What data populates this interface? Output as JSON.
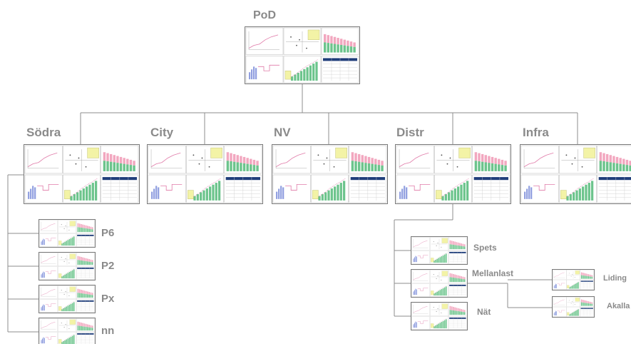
{
  "root": {
    "label": "PoD"
  },
  "level1": [
    {
      "label": "Södra"
    },
    {
      "label": "City"
    },
    {
      "label": "NV"
    },
    {
      "label": "Distr"
    },
    {
      "label": "Infra"
    }
  ],
  "sodra_children": [
    {
      "label": "P6"
    },
    {
      "label": "P2"
    },
    {
      "label": "Px"
    },
    {
      "label": "nn"
    }
  ],
  "distr_children": [
    {
      "label": "Spets"
    },
    {
      "label": "Mellanlast"
    },
    {
      "label": "Nät"
    }
  ],
  "mellanlast_children": [
    {
      "label": "Liding"
    },
    {
      "label": "Akalla"
    }
  ],
  "colors": {
    "label": "#8a8a8a",
    "connector": "#8c8c8c",
    "frame": "#7a7a7a",
    "bar_pink": "#f2a7bf",
    "bar_green": "#6cc48c",
    "note_yellow": "#f3f3a6",
    "table_header": "#203e7a",
    "line_blue": "#6c7fd6",
    "line_pink": "#e07aa8"
  }
}
